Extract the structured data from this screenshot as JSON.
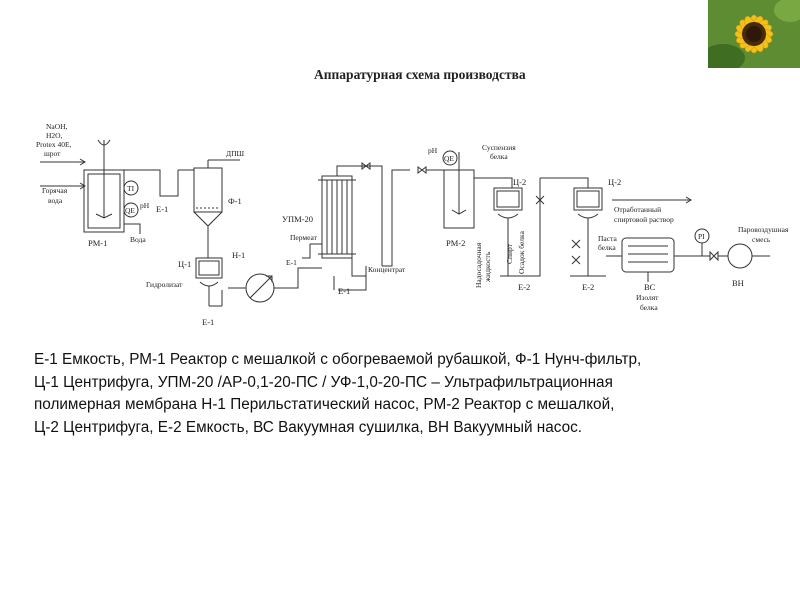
{
  "title": "Аппаратурная схема производства",
  "labels": {
    "inputs_block": [
      "NaOH,",
      "H2O,",
      "Protex 40E,",
      "шрот"
    ],
    "hot_water": [
      "Горячая",
      "вода"
    ],
    "water": "Вода",
    "rm1": "РМ-1",
    "ti": "TI",
    "qe1": "QE",
    "ph1": "pH",
    "e1_top": "Е-1",
    "dpsh": "ДПШ",
    "f1": "Ф-1",
    "n1": "Н-1",
    "c1": "Ц-1",
    "hydrolysate": "Гидролизат",
    "e1_bottom": "Е-1",
    "upm20": "УПМ-20",
    "permeate": "Пермеат",
    "e1_perm": "Е-1",
    "concentrate": "Концентрат",
    "e1_conc": "Е-1",
    "ph2": "pH",
    "qe2": "QE",
    "suspension": [
      "Суспензия",
      "белка"
    ],
    "rm2": "РМ-2",
    "supernatant": [
      "Надосадочная",
      "жидкость"
    ],
    "c2a": "Ц-2",
    "spirit": "Спирт",
    "sediment": "Осадок белка",
    "e2a": "Е-2",
    "c2b": "Ц-2",
    "paste": [
      "Паста",
      "белка"
    ],
    "e2b": "Е-2",
    "spent_solvent": [
      "Отработанный",
      "спиртовой раствор"
    ],
    "vs": "ВС",
    "isolate": [
      "Изолят",
      "белка"
    ],
    "pi": "PI",
    "vapour_mix": [
      "Паровоздушная",
      "смесь"
    ],
    "vn": "ВН"
  },
  "caption": [
    "Е-1 Емкость, РМ-1 Реактор с мешалкой с обогреваемой рубашкой, Ф-1 Нунч-фильтр,",
    "Ц-1 Центрифуга, УПМ-20 /АР-0,1-20-ПС / УФ-1,0-20-ПС – Ультрафильтрационная",
    "полимерная мембрана Н-1 Перильстатический насос, РМ-2 Реактор с мешалкой,",
    "Ц-2 Центрифуга, Е-2 Емкость, ВС Вакуумная сушилка, ВН Вакуумный насос."
  ],
  "colors": {
    "line": "#333333",
    "text": "#111111",
    "petal": "#f2c21b",
    "leaf": "#4f8a2b"
  }
}
